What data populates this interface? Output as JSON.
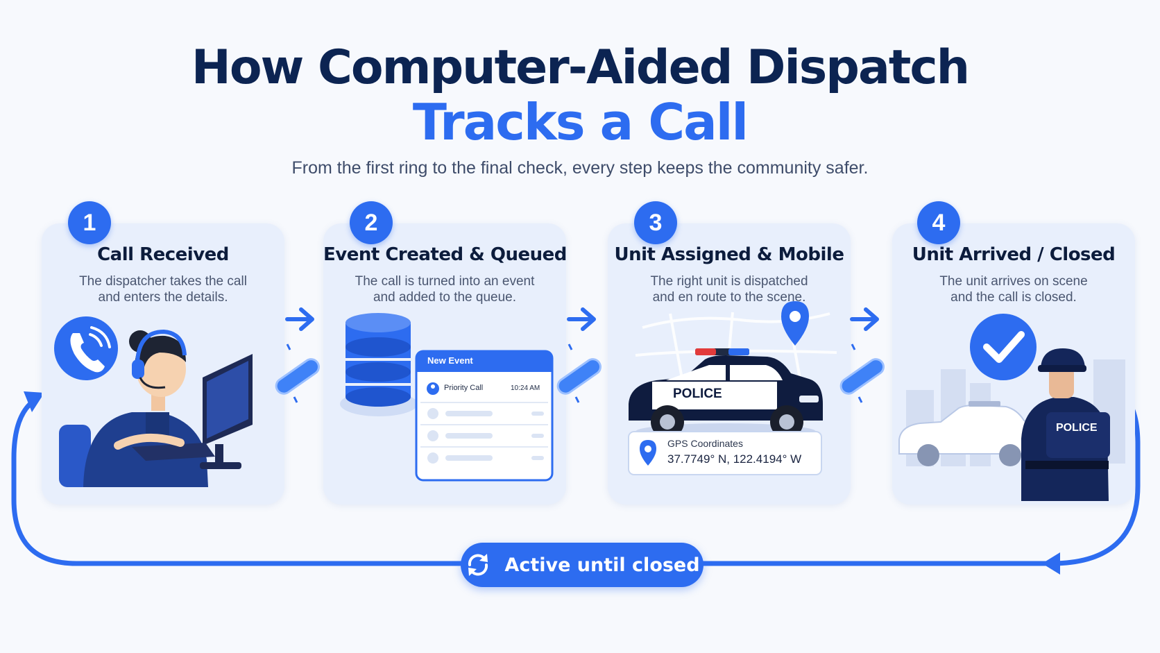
{
  "header": {
    "title_line1": "How Computer-Aided Dispatch",
    "title_line2": "Tracks a Call",
    "subtitle": "From the first ring to the final check, every step keeps the community safer."
  },
  "steps": [
    {
      "number": "1",
      "title": "Call Received",
      "desc_line1": "The dispatcher takes the call",
      "desc_line2": "and enters the details.",
      "icons": [
        "phone-icon",
        "dispatcher-illustration"
      ]
    },
    {
      "number": "2",
      "title": "Event Created & Queued",
      "desc_line1": "The call is turned into an event",
      "desc_line2": "and added to the queue.",
      "icons": [
        "database-icon",
        "event-queue-panel"
      ],
      "panel": {
        "header": "New Event",
        "row_label": "Priority Call",
        "row_time": "10:24 AM"
      }
    },
    {
      "number": "3",
      "title": "Unit Assigned & Mobile",
      "desc_line1": "The right unit is dispatched",
      "desc_line2": "and en route to the scene.",
      "icons": [
        "map-pin-icon",
        "police-car-illustration"
      ],
      "car_label": "POLICE",
      "gps": {
        "label": "GPS Coordinates",
        "value": "37.7749° N, 122.4194° W"
      }
    },
    {
      "number": "4",
      "title": "Unit Arrived / Closed",
      "desc_line1": "The unit arrives on scene",
      "desc_line2": "and the call is closed.",
      "icons": [
        "checkmark-icon",
        "police-officer-illustration"
      ],
      "officer_label": "POLICE"
    }
  ],
  "loop": {
    "label": "Active until closed",
    "icon": "refresh-icon"
  },
  "colors": {
    "accent": "#2d6cf0",
    "navy": "#0c2452",
    "card_bg": "#e8effc",
    "page_bg": "#f7f9fd"
  }
}
